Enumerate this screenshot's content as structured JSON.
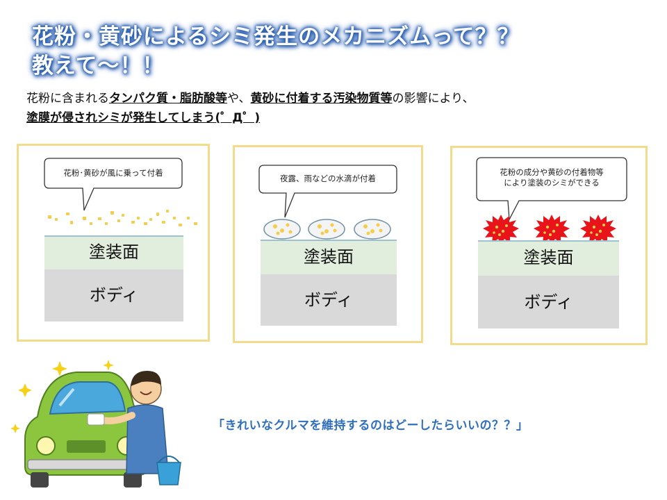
{
  "title": {
    "line1": "花粉・黄砂によるシミ発生のメカニズムって？？",
    "line2": "教えて～！！"
  },
  "intro": {
    "line1_plain_a": "花粉に含まれる",
    "line1_bold_a": "タンパク質・脂肪酸等",
    "line1_plain_b": "や、",
    "line1_bold_b": "黄砂に付着する汚染物質等",
    "line1_plain_c": "の影響により、",
    "line2_bold": "塗膜が侵されシミが発生してしまう(゜Д゜)"
  },
  "panels": [
    {
      "bubble": "花粉･黄砂が風に乗って付着",
      "coat_label": "塗装面",
      "body_label": "ボディ"
    },
    {
      "bubble": "夜露、雨などの水滴が付着",
      "coat_label": "塗装面",
      "body_label": "ボディ"
    },
    {
      "bubble_line1": "花粉の成分や黄砂の付着物等",
      "bubble_line2": "により塗装のシミができる",
      "coat_label": "塗装面",
      "body_label": "ボディ"
    }
  ],
  "closing": "「きれいなクルマを維持するのはどーしたらいいの？？」",
  "colors": {
    "title_glow": "#2a5fb0",
    "panel_border": "#f2dc8c",
    "coat_fill": "#e2eedd",
    "coat_line": "#9cc1cf",
    "body_fill": "#d9d9d9",
    "pollen": "#f3cd4b",
    "stain": "#e8141a",
    "closing_text": "#2f6fbf",
    "car": "#8cc63f"
  }
}
